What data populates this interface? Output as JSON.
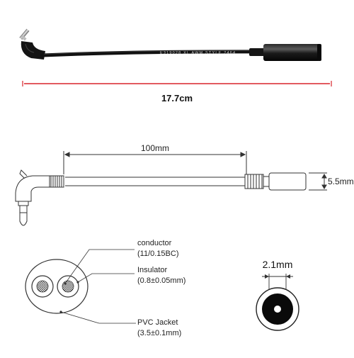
{
  "photo": {
    "cable_print": "E319028 ΧL AWM STYLE 2464",
    "length_label": "17.7cm",
    "accent_color": "#d9242b"
  },
  "drawing": {
    "length_label": "100mm",
    "height_label": "5.5mm"
  },
  "cross_section": {
    "conductor_label": "conductor",
    "conductor_spec": "(11/0.15BC)",
    "insulator_label": "Insulator",
    "insulator_spec": "(0.8±0.05mm)",
    "jacket_label": "PVC Jacket",
    "jacket_spec": "(3.5±0.1mm)"
  },
  "jack": {
    "diameter_label": "2.1mm"
  }
}
